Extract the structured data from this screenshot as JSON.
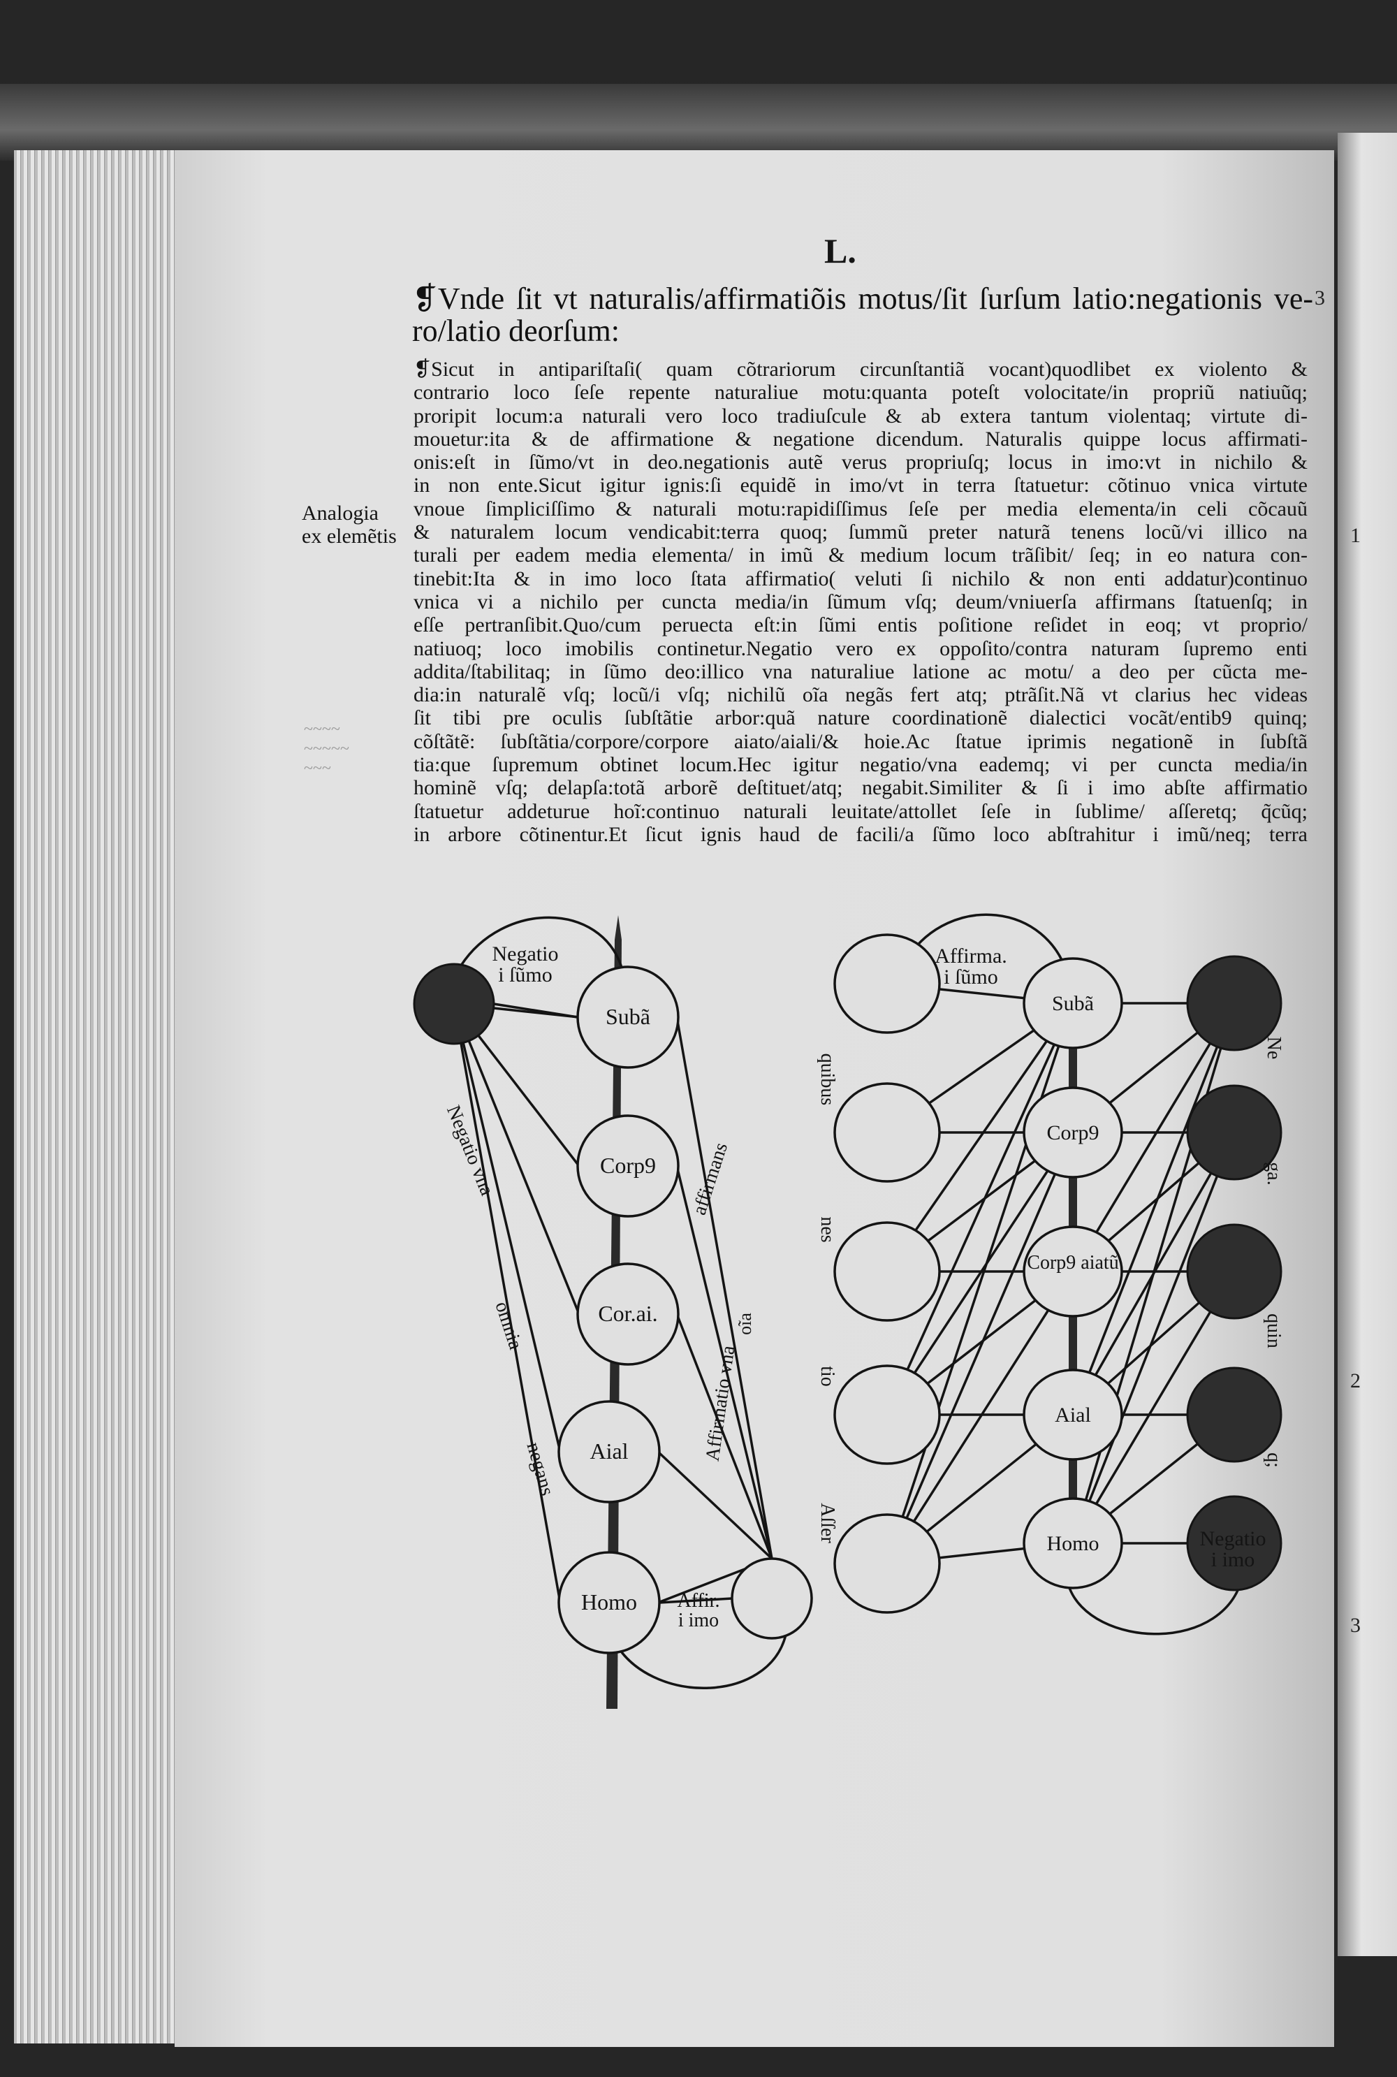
{
  "page_number": "L.",
  "heading": [
    "❡Vnde ſit vt naturalis/affirmatiõis motus/ſit ſurſum latio:negationis ve-",
    "ro/latio deorſum:"
  ],
  "heading_mark": "3",
  "body_lines": [
    "❡Sicut in antipariſtaſi( quam cõtrariorum circunſtantiã vocant)quodlibet ex violento &",
    "contrario loco ſeſe repente naturaliue motu:quanta poteſt volocitate/in propriũ natiuũq;",
    "proripit locum:a naturali vero loco tradiuſcule & ab extera tantum violentaq; virtute di-",
    "mouetur:ita & de affirmatione & negatione dicendum. Naturalis quippe locus affirmati-",
    "onis:eſt in ſũmo/vt in deo.negationis autẽ verus propriuſq; locus in imo:vt in nichilo &",
    "in non ente.Sicut igitur ignis:ſi equidẽ in imo/vt in terra ſtatuetur: cõtinuo vnica virtute",
    "vnoue ſimpliciſſimo & naturali motu:rapidiſſimus ſeſe per media elementa/in celi cõcauũ",
    "& naturalem locum vendicabit:terra quoq; ſummũ preter naturã tenens locũ/vi illico na",
    "turali per eadem media elementa/ in imũ & medium locum trãſibit/ ſeq; in eo natura con-",
    "tinebit:Ita & in imo loco ſtata affirmatio( veluti ſi nichilo & non enti addatur)continuo",
    "vnica vi a nichilo per cuncta media/in ſũmum vſq; deum/vniuerſa affirmans ſtatuenſq; in",
    "eſſe pertranſibit.Quo/cum peruecta eſt:in ſũmi entis poſitione reſidet in eoq; vt proprio/",
    "natiuoq; loco imobilis continetur.Negatio vero ex oppoſito/contra naturam ſupremo enti",
    "addita/ſtabilitaq; in ſũmo deo:illico vna naturaliue latione ac motu/ a deo per cũcta me-",
    "dia:in naturalẽ vſq; locũ/i vſq; nichilũ oĩa negãs fert atq; ptrãſit.Nã vt clarius hec videas",
    "ſit tibi pre oculis ſubſtãtie arbor:quã nature coordinationẽ dialectici vocãt/entib9 quinq;",
    "cõſtãtẽ: ſubſtãtia/corpore/corpore aiato/aiali/& hoie.Ac ſtatue iprimis negationẽ in ſubſtã",
    "tia:que ſupremum obtinet locum.Hec igitur negatio/vna eademq; vi per cuncta media/in",
    "hominẽ vſq; delapſa:totã arborẽ deſtituet/atq; negabit.Similiter & ſi i imo abſte affirmatio",
    "ſtatuetur addeturue hoĩ:continuo naturali leuitate/attollet ſeſe in ſublime/ aſſeretq; q̃cũq;",
    "in arbore cõtinentur.Et ſicut ignis haud de facili/a ſũmo loco abſtrahitur i imũ/neq; terra"
  ],
  "margin_note": [
    "Analogia",
    "ex elemẽtis"
  ],
  "left_diagram": {
    "nodes": [
      "Subã",
      "Corp9",
      "Cor.ai.",
      "Aial",
      "Homo"
    ],
    "top_label": [
      "Negatio",
      "i ſũmo"
    ],
    "bottom_label": [
      "Affir.",
      "i imo"
    ],
    "side_labels": {
      "negatio_vna": "Negatio vna",
      "omnia": "omnia",
      "negans": "negans",
      "affirmans": "affirmans",
      "oia": "oĩa",
      "affirmatio_vna": "Affirmatio vna"
    }
  },
  "right_diagram": {
    "nodes": [
      "Subã",
      "Corp9",
      "Corp9 aiatũ",
      "Aial",
      "Homo"
    ],
    "top_label": [
      "Affirma.",
      "i ſũmo"
    ],
    "bottom_label": [
      "Negatio",
      "i imo"
    ],
    "left_words": [
      "quibus",
      "nes",
      "tio",
      "Aſſer"
    ],
    "right_words": [
      "Ne",
      "ga.",
      "quin",
      "q;"
    ]
  },
  "facing_page_marks": [
    "1",
    "2",
    "3"
  ],
  "colors": {
    "ink": "#141414",
    "paper": "#e0e0e0",
    "dark_node": "#2e2e2e"
  }
}
